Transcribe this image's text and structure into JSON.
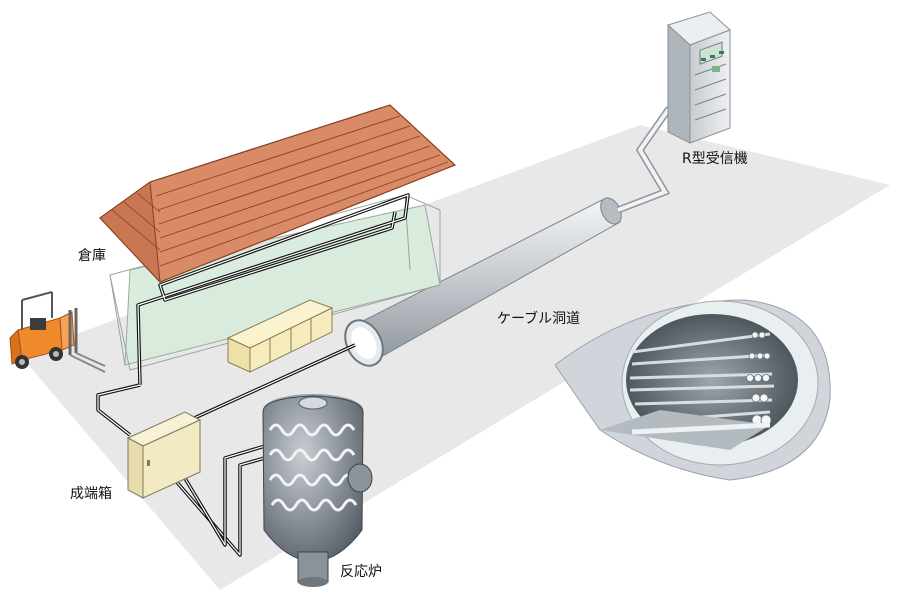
{
  "labels": {
    "receiver": "R型受信機",
    "warehouse": "倉庫",
    "cable_tunnel": "ケーブル洞道",
    "terminal_box": "成端箱",
    "reactor": "反応炉"
  },
  "colors": {
    "ground": "#e8e8e8",
    "roof": "#d98a67",
    "roof_lines": "#8a3f22",
    "glass_floor": "#d8ecdc",
    "cable": "#111111",
    "forklift": "#f08a2a",
    "panel": "#dfe3e6",
    "reactor": "#707883",
    "tunnel": "#cfd5da"
  },
  "icons": [
    "forklift-icon",
    "receiver-cabinet-icon",
    "reactor-icon",
    "terminal-box-icon",
    "tunnel-cross-section-icon"
  ]
}
